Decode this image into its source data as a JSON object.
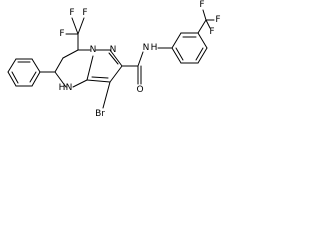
{
  "molecule": {
    "colors": {
      "bond": "#000000",
      "label": "#000000",
      "background": "#ffffff"
    },
    "atoms": {
      "cf3_left": "CF3",
      "cf3_left_f_top_left": "F",
      "cf3_left_f_top_right": "F",
      "cf3_left_f_left": "F",
      "n_pyrazole_1": "N",
      "n_pyrazole_2": "N",
      "n_amide": "N",
      "h_amide": "H",
      "o_carbonyl": "O",
      "n_ring_h": "N",
      "h_ring": "H",
      "br": "Br",
      "cf3_right_f_top": "F",
      "cf3_right_f_right": "F",
      "cf3_right_f_bottom": "F"
    }
  }
}
